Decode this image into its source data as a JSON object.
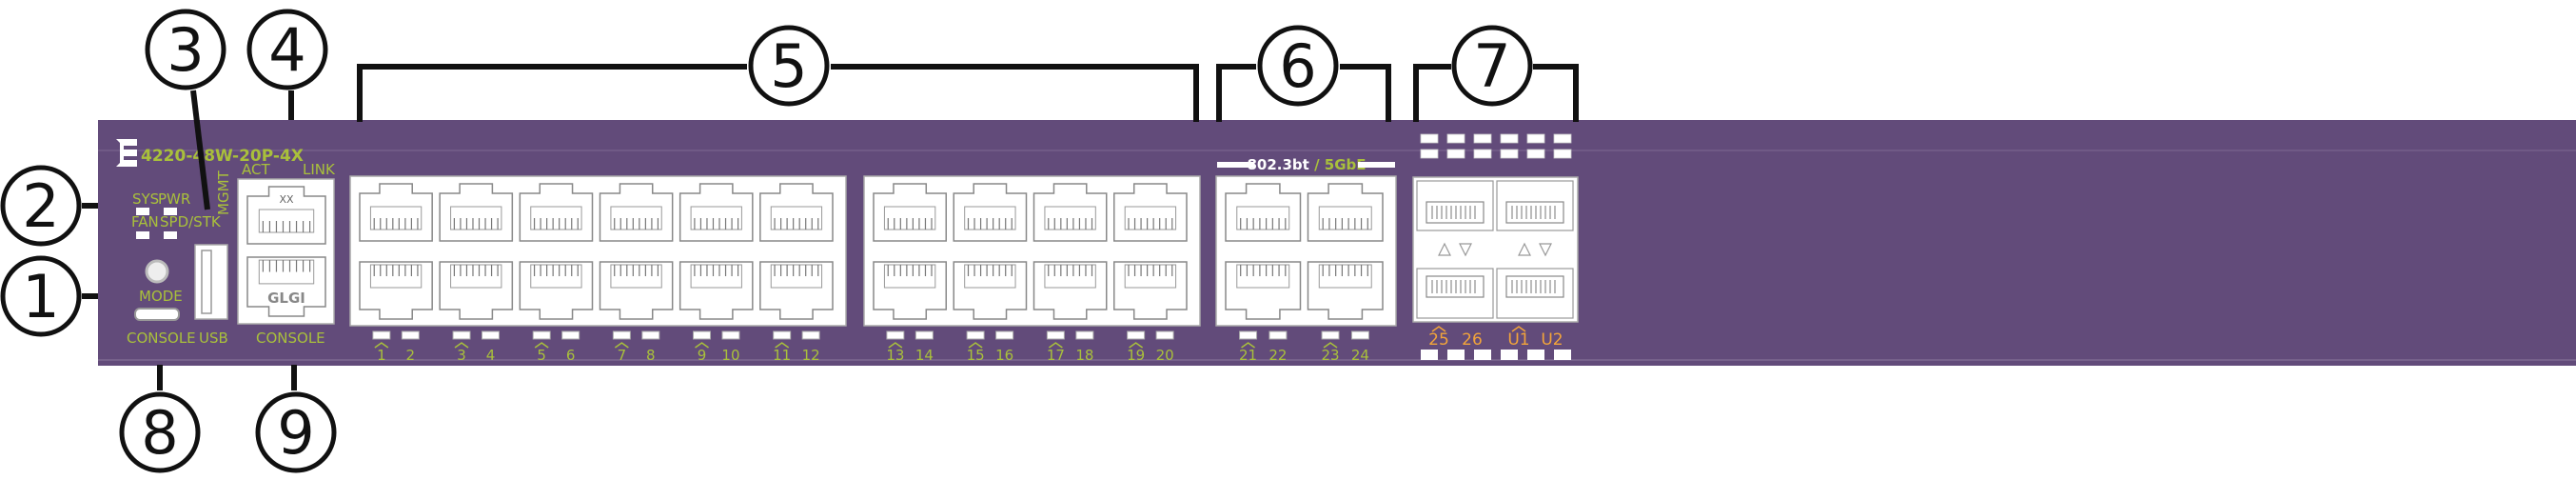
{
  "device": {
    "model": "4220-48W-20P-4X",
    "logo": "Extreme Networks E logo",
    "colors": {
      "chassis": "#624b7a",
      "label": "#a9c03b",
      "uplink_label": "#f2a43a",
      "port": "#ffffff"
    }
  },
  "callouts": [
    "1",
    "2",
    "3",
    "4",
    "5",
    "6",
    "7",
    "8",
    "9"
  ],
  "labels": {
    "sys": "SYS",
    "pwr": "PWR",
    "fan": "FAN",
    "spd_stk": "SPD/STK",
    "mode": "MODE",
    "console_micro": "CONSOLE",
    "usb": "USB",
    "mgmt": "MGMT",
    "act": "ACT",
    "link": "LINK",
    "console_rj45": "CONSOLE",
    "mgmt_port_top": "XX",
    "glgi": "GLGI",
    "poe_a": "802.3bt",
    "slash": " / ",
    "poe_b": "5GbE"
  },
  "ports_1_12": [
    "1",
    "2",
    "3",
    "4",
    "5",
    "6",
    "7",
    "8",
    "9",
    "10",
    "11",
    "12"
  ],
  "ports_13_20": [
    "13",
    "14",
    "15",
    "16",
    "17",
    "18",
    "19",
    "20"
  ],
  "ports_21_24": [
    "21",
    "22",
    "23",
    "24"
  ],
  "ports_sfp": [
    "25",
    "26",
    "U1",
    "U2"
  ]
}
